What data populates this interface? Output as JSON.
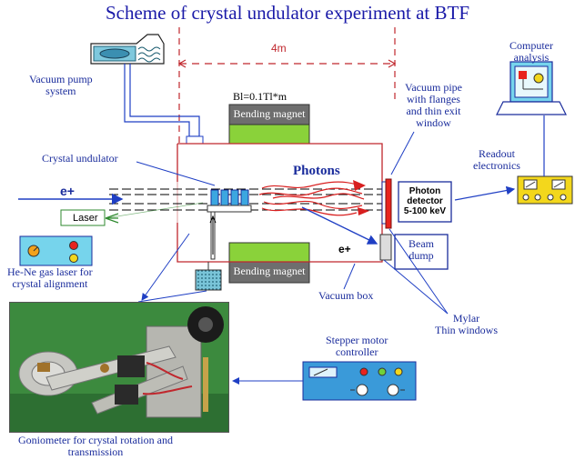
{
  "title": "Scheme of crystal undulator experiment at BTF",
  "distance_label": "4m",
  "field_label": "Bl=0.1Tl*m",
  "labels": {
    "vacuum_pump": "Vacuum pump\nsystem",
    "computer": "Computer\nanalysis",
    "vacuum_pipe": "Vacuum pipe\nwith flanges\nand thin exit\nwindow",
    "readout": "Readout\nelectronics",
    "crystal_undulator": "Crystal undulator",
    "photons": "Photons",
    "beam": "e+",
    "beam_inside": "e+",
    "laser": "Laser",
    "he_ne": "He-Ne gas laser for\ncrystal alignment",
    "photon_detector": "Photon\ndetector\n5-100 keV",
    "beam_dump": "Beam\ndump",
    "vacuum_box": "Vacuum box",
    "mylar": "Mylar\nThin windows",
    "stepper": "Stepper motor\ncontroller",
    "goniometer": "Goniometer for crystal rotation and\ntransmission",
    "bending_magnet_top": "Bending magnet",
    "bending_magnet_bottom": "Bending magnet"
  },
  "colors": {
    "title": "#1a1aa8",
    "label": "#1a2c9c",
    "vacuum_box": "#c0272d",
    "magnet_gray": "#6e6e6e",
    "magnet_green": "#8ad23a",
    "detector_red": "#e8231e",
    "photon_red": "#d81f1f",
    "beam_blue": "#1f3fc4",
    "panel_cyan": "#76d4ec",
    "panel_blue": "#3a9ad9",
    "readout_yellow": "#f3d71c"
  }
}
